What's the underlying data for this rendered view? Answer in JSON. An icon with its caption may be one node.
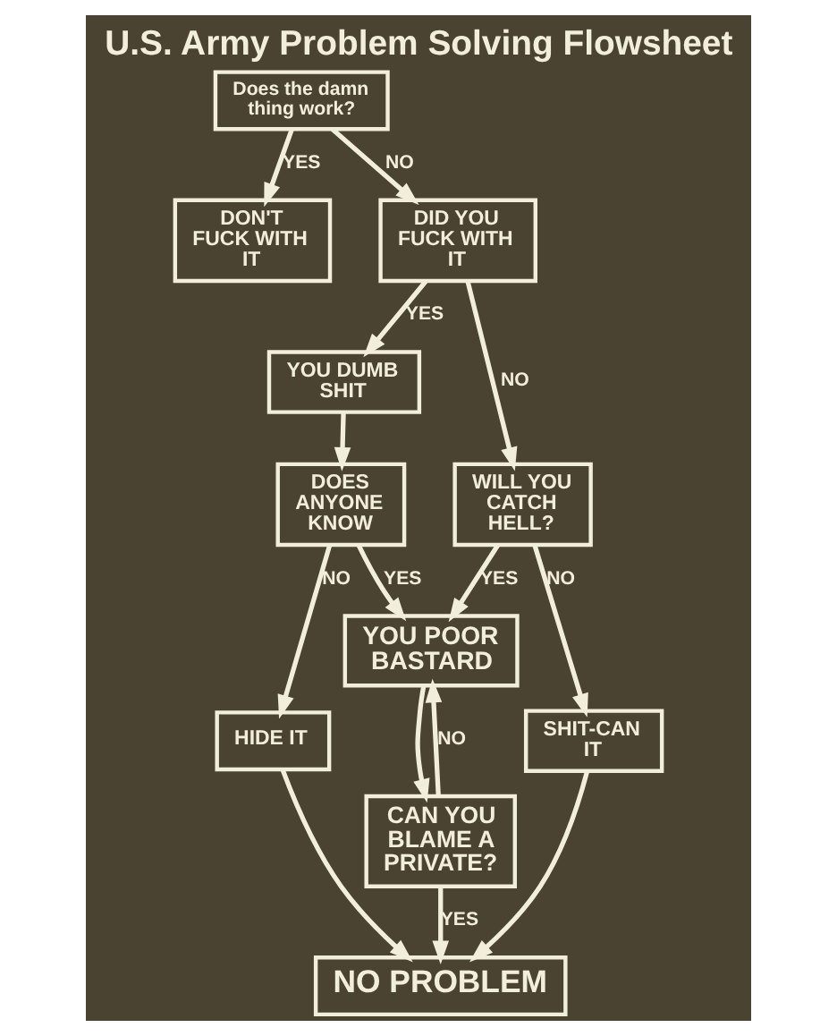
{
  "diagram": {
    "title": "U.S. Army Problem Solving Flowsheet",
    "nodes": [
      {
        "text": [
          "Does the damn thing work?"
        ]
      },
      {
        "text": [
          "DON'T FUCK WITH IT"
        ]
      },
      {
        "text": [
          "DID YOU FUCK WITH IT"
        ]
      },
      {
        "text": [
          "YOU DUMB SHIT"
        ]
      },
      {
        "text": [
          "DOES ANYONE KNOW"
        ]
      },
      {
        "text": [
          "HIDE IT"
        ]
      },
      {
        "text": [
          "WILL YOU CATCH HELL?"
        ]
      },
      {
        "text": [
          "YOU POOR BASTARD"
        ]
      },
      {
        "text": [
          "CAN YOU BLAME A PRIVATE?"
        ]
      },
      {
        "text": [
          "SHIT-CAN IT"
        ]
      },
      {
        "text": [
          "NO PROBLEM"
        ]
      }
    ],
    "edges": [
      {
        "from": 0,
        "to": 1,
        "label": "YES",
        "arrow": "to"
      },
      {
        "from": 0,
        "to": 2,
        "label": "NO",
        "arrow": "to"
      },
      {
        "from": 2,
        "to": 3,
        "label": "YES",
        "arrow": "to"
      },
      {
        "from": 2,
        "to": 6,
        "label": "NO",
        "arrow": "to"
      },
      {
        "from": 3,
        "to": 4,
        "arrow": "to"
      },
      {
        "from": 4,
        "to": 5,
        "label": "NO",
        "arrow": "to"
      },
      {
        "from": 4,
        "to": 7,
        "label": "YES",
        "arrow": "to"
      },
      {
        "from": 6,
        "to": 7,
        "label": "YES",
        "arrow": "to"
      },
      {
        "from": 6,
        "to": 9,
        "label": "NO",
        "arrow": "to"
      },
      {
        "from": 7,
        "to": 8,
        "arrow": "to"
      },
      {
        "from": 8,
        "to": 7,
        "label": "NO",
        "arrow": "to"
      },
      {
        "from": 8,
        "to": 10,
        "label": "YES",
        "arrow": "to"
      },
      {
        "from": 5,
        "to": 10,
        "arrow": "to"
      },
      {
        "from": 9,
        "to": 10,
        "arrow": "to"
      }
    ]
  }
}
